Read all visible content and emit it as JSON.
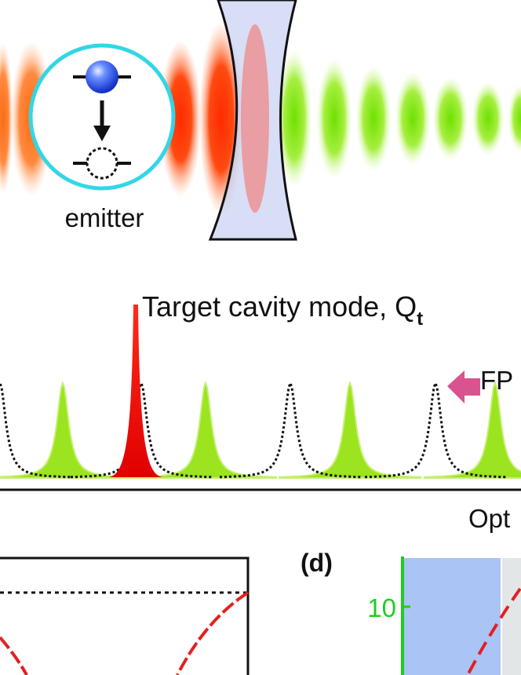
{
  "emitter_label": "emitter",
  "target_mode_label": "Target cavity mode, Q",
  "target_mode_subscript": "t",
  "fp_label": "FP",
  "axis_label_partial": "Opt",
  "panel_d_label": "(d)",
  "panel_d_tick": "10",
  "colors": {
    "red_field": "#ff2200",
    "orange_field": "#ff6a1a",
    "green_field": "#7fe000",
    "emitter_ring": "#33d6e6",
    "mirror_fill": "#c9d3f2",
    "target_peak": "#ff1a1a",
    "fp_arrow": "#d9538f",
    "panel_blue": "#a9c4f5",
    "panel_gray": "#e3e6e6",
    "panel_axis": "#22cc22"
  }
}
